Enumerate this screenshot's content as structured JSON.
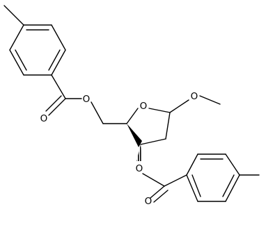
{
  "structure": {
    "atoms": {
      "ring_o": "O",
      "methoxy_o": "O",
      "ester5_o": "O",
      "ester5_carbonyl_o": "O",
      "ester3_o": "O",
      "ester3_carbonyl_o": "O"
    }
  },
  "colors": {
    "bond": "#000000",
    "label": "#000000",
    "background": "#ffffff"
  }
}
